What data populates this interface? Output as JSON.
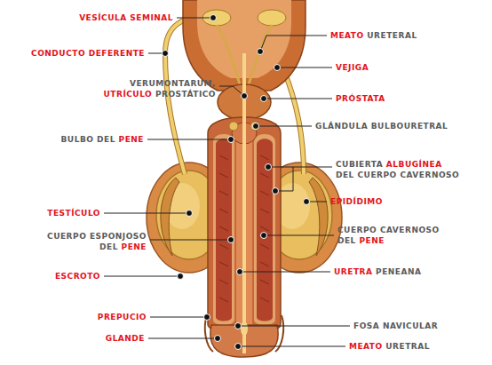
{
  "diagram": {
    "labels": [
      "VESÍCULA SEMINAL",
      "MEATO URETERAL",
      "CONDUCTO DEFERENTE",
      "VEJIGA",
      "VERUMONTARUM, UTRÍCULO PROSTÁTICO",
      "PRÓSTATA",
      "GLÁNDULA BULBOURETRAL",
      "BULBO DEL PENE",
      "CUBIERTA ALBUGÍNEA DEL CUERPO CAVERNOSO",
      "EPIDÍDIMO",
      "TESTÍCULO",
      "CUERPO ESPONJOSO DEL PENE",
      "CUERPO CAVERNOSO DEL PENE",
      "ESCROTO",
      "URETRA PENEANA",
      "PREPUCIO",
      "FOSA NAVICULAR",
      "GLANDE",
      "MEATO URETRAL"
    ]
  }
}
